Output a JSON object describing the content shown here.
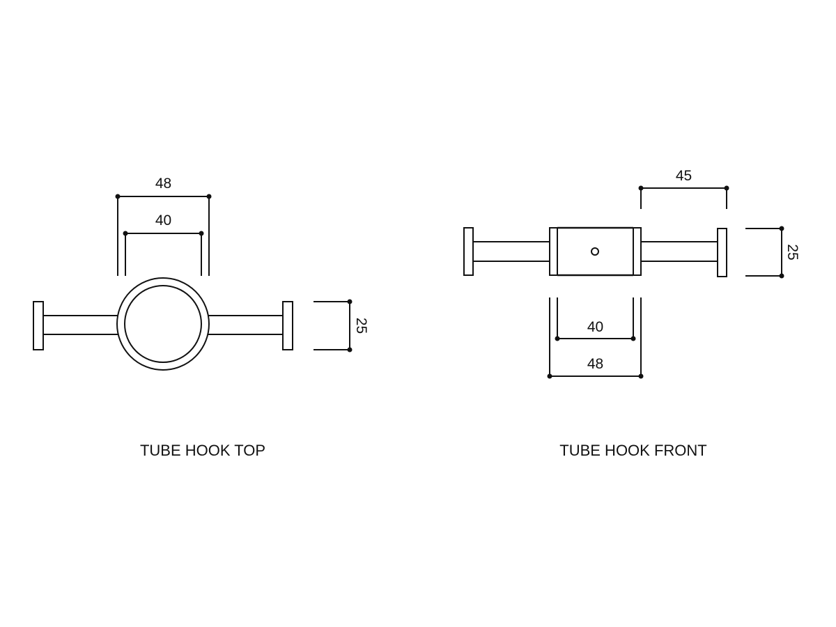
{
  "colors": {
    "line": "#111111",
    "background": "#ffffff"
  },
  "views": [
    {
      "id": "top",
      "caption": "TUBE HOOK TOP",
      "dimensions": {
        "outer_width": "48",
        "inner_width": "40",
        "height": "25"
      }
    },
    {
      "id": "front",
      "caption": "TUBE HOOK FRONT",
      "dimensions": {
        "arm_length": "45",
        "height": "25",
        "inner_width": "40",
        "outer_width": "48"
      }
    }
  ]
}
